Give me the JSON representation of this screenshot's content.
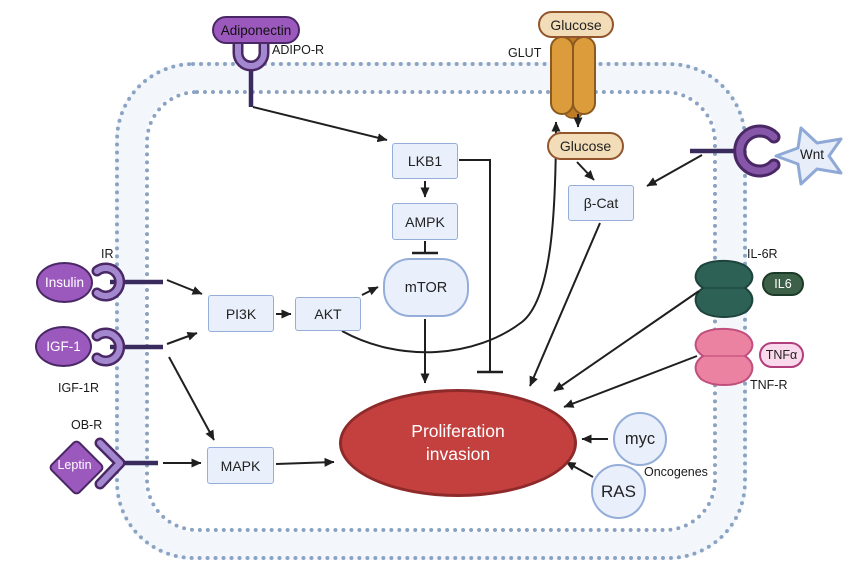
{
  "diagram": {
    "type": "cell-signaling-pathway",
    "outcome": {
      "line1": "Proliferation",
      "line2": "invasion"
    },
    "ligands": {
      "adiponectin": {
        "label": "Adiponectin",
        "receptor": "ADIPO-R"
      },
      "glucose_out": {
        "label": "Glucose",
        "transporter": "GLUT"
      },
      "glucose_in": {
        "label": "Glucose"
      },
      "wnt": {
        "label": "Wnt"
      },
      "insulin": {
        "label": "Insulin",
        "receptor": "IR"
      },
      "igf1": {
        "label": "IGF-1",
        "receptor": "IGF-1R"
      },
      "leptin": {
        "label": "Leptin",
        "receptor": "OB-R"
      },
      "il6": {
        "label": "IL6",
        "receptor": "IL-6R"
      },
      "tnfa": {
        "label": "TNFα",
        "receptor": "TNF-R"
      }
    },
    "nodes": {
      "lkb1": "LKB1",
      "ampk": "AMPK",
      "mtor": "mTOR",
      "pi3k": "PI3K",
      "akt": "AKT",
      "mapk": "MAPK",
      "bcat": "β-Cat",
      "myc": "myc",
      "ras": "RAS"
    },
    "annotations": {
      "oncogenes": "Oncogenes"
    },
    "colors": {
      "membrane_dot": "#8ba3c2",
      "node_fill": "#e9effb",
      "node_border": "#94add9",
      "purple_fill": "#9c59bd",
      "purple_dark": "#4a2866",
      "receptor_light": "#a488cf",
      "tan_fill": "#f3ddb9",
      "tan_border": "#93552c",
      "glut_orange": "#dc9c3c",
      "glut_dark": "#c07c24",
      "il6_teal": "#2e6156",
      "il6_pill": "#3c6148",
      "tnf_pink": "#ec82a2",
      "tnf_pill_fill": "#fbd9ec",
      "tnf_pill_border": "#b13e7c",
      "wnt_star_fill": "#e7eef9",
      "wnt_star_border": "#8fa9d6",
      "proliferation_fill": "#c4403f",
      "proliferation_border": "#8e2a2a",
      "arrow": "#1f1f1f"
    }
  }
}
